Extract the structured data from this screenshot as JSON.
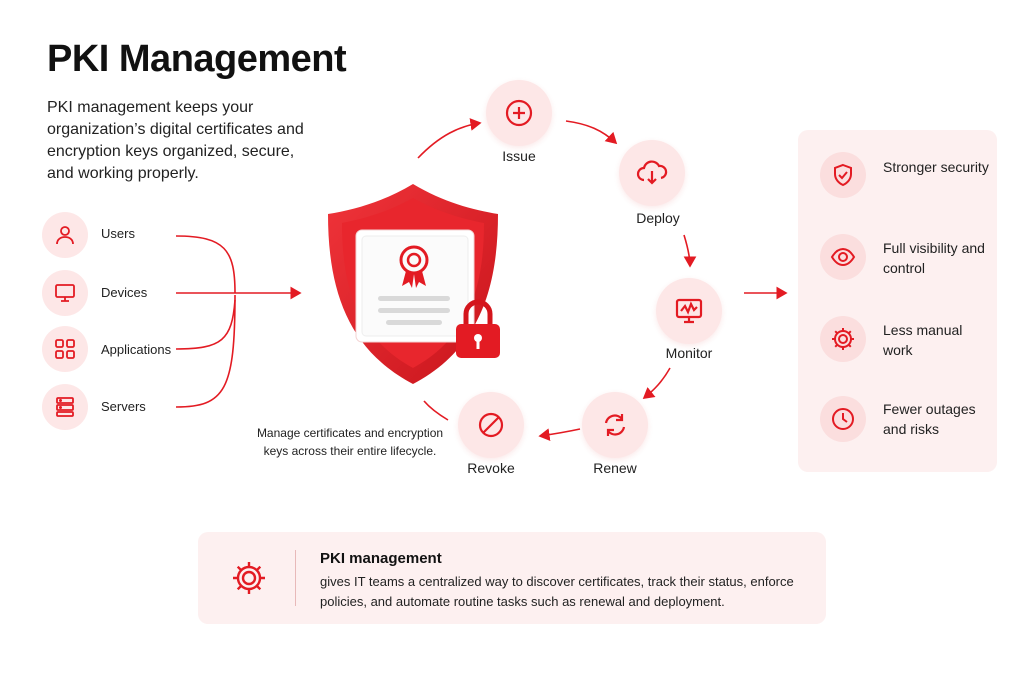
{
  "title": "PKI Management",
  "intro": "PKI management keeps your organization’s digital certificates and encryption keys organized, secure, and working properly.",
  "sources": [
    {
      "label": "Users",
      "icon": "user-icon"
    },
    {
      "label": "Devices",
      "icon": "monitor-icon"
    },
    {
      "label": "Applications",
      "icon": "apps-grid-icon"
    },
    {
      "label": "Servers",
      "icon": "server-icon"
    }
  ],
  "lifecycle": [
    {
      "label": "Issue",
      "icon": "plus-icon"
    },
    {
      "label": "Deploy",
      "icon": "cloud-download-icon"
    },
    {
      "label": "Monitor",
      "icon": "monitor-pulse-icon"
    },
    {
      "label": "Renew",
      "icon": "refresh-icon"
    },
    {
      "label": "Revoke",
      "icon": "revoke-icon"
    }
  ],
  "caption": "Manage certificates and encryption keys across their entire lifecycle.",
  "benefits": [
    {
      "label": "Stronger security",
      "icon": "shield-check-icon"
    },
    {
      "label": "Full visibility and control",
      "icon": "eye-icon"
    },
    {
      "label": "Less manual work",
      "icon": "gear-icon"
    },
    {
      "label": "Fewer outages and risks",
      "icon": "clock-icon"
    }
  ],
  "bottom": {
    "title": "PKI management",
    "text": "gives IT teams a centralized way to discover certificates, track their status, enforce policies, and automate routine tasks such as renewal and deployment.",
    "icon": "gear-icon"
  },
  "colors": {
    "accent": "#e31b23",
    "tint": "#fde7e7",
    "panel": "#fdf0f0"
  }
}
